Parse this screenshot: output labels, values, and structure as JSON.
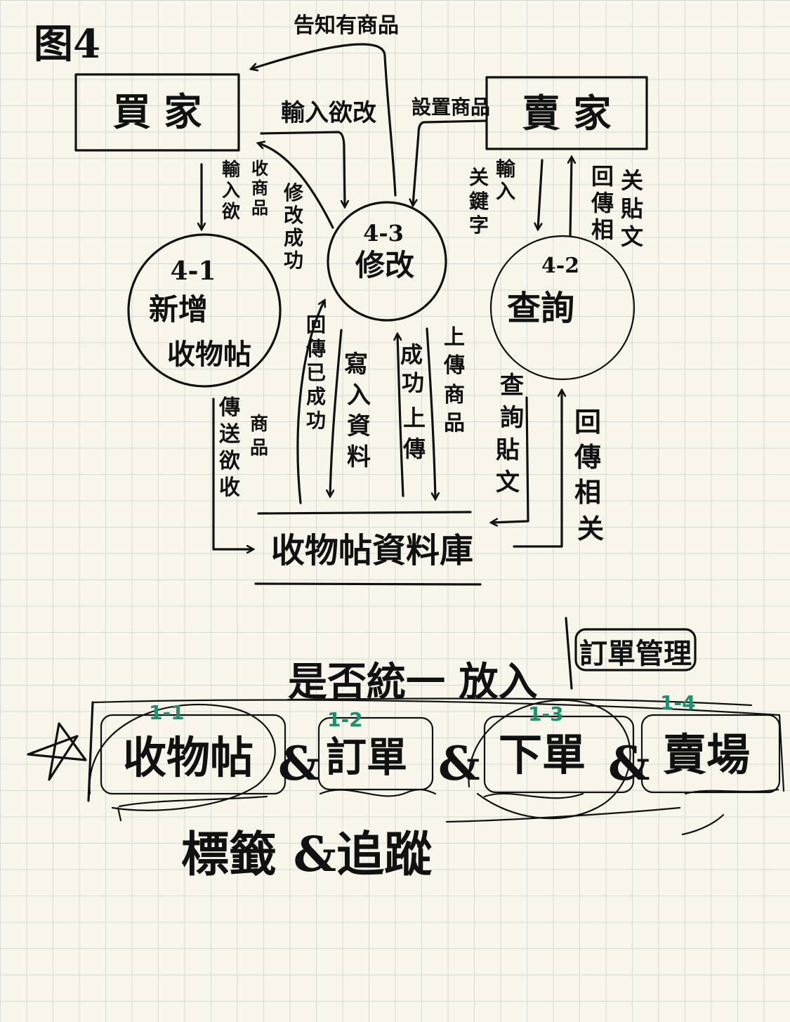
{
  "diagram": {
    "title": "图4",
    "buyer": "買 家",
    "seller": "賣 家",
    "processes": [
      {
        "id": "4-1",
        "name_line1": "新增",
        "name_line2": "收物帖"
      },
      {
        "id": "4-3",
        "name_line1": "修改"
      },
      {
        "id": "4-2",
        "name_line1": "查詢"
      }
    ],
    "datastore": "收物帖資料庫",
    "flows": {
      "notify_goods": "告知有商品",
      "input_modify": "輸入欲改",
      "set_goods": "設置商品",
      "input_want": [
        "輸",
        "入",
        "欲"
      ],
      "receive_goods": [
        "收",
        "商",
        "品"
      ],
      "modify_success": [
        "修",
        "改",
        "成",
        "功"
      ],
      "input_keyword_1": [
        "輸",
        "入"
      ],
      "input_keyword_2": [
        "关",
        "鍵",
        "字"
      ],
      "return_related_post_1": [
        "回",
        "傳",
        "相"
      ],
      "return_related_post_2": [
        "关",
        "貼",
        "文"
      ],
      "send_want_1": [
        "傳",
        "送",
        "欲",
        "收"
      ],
      "send_want_2": [
        "商",
        "品"
      ],
      "return_success": [
        "回",
        "傳",
        "已",
        "成",
        "功"
      ],
      "write_data": [
        "寫",
        "入",
        "資",
        "料"
      ],
      "upload_success": [
        "成",
        "功",
        "上",
        "傳"
      ],
      "upload_goods": [
        "上",
        "傳",
        "商",
        "品"
      ],
      "query_posts": [
        "查",
        "詢",
        "貼",
        "文"
      ],
      "return_related": [
        "回",
        "傳",
        "相",
        "关"
      ]
    }
  },
  "notes": {
    "question": "是否統一 放入",
    "order_mgmt": "訂單管理",
    "items": [
      {
        "num": "1-1",
        "label": "收物帖"
      },
      {
        "num": "1-2",
        "label": "訂單"
      },
      {
        "num": "1-3",
        "label": "下單"
      },
      {
        "num": "1-4",
        "label": "賣場"
      }
    ],
    "ampersand": "&",
    "bottom": "標籤 &追蹤"
  }
}
